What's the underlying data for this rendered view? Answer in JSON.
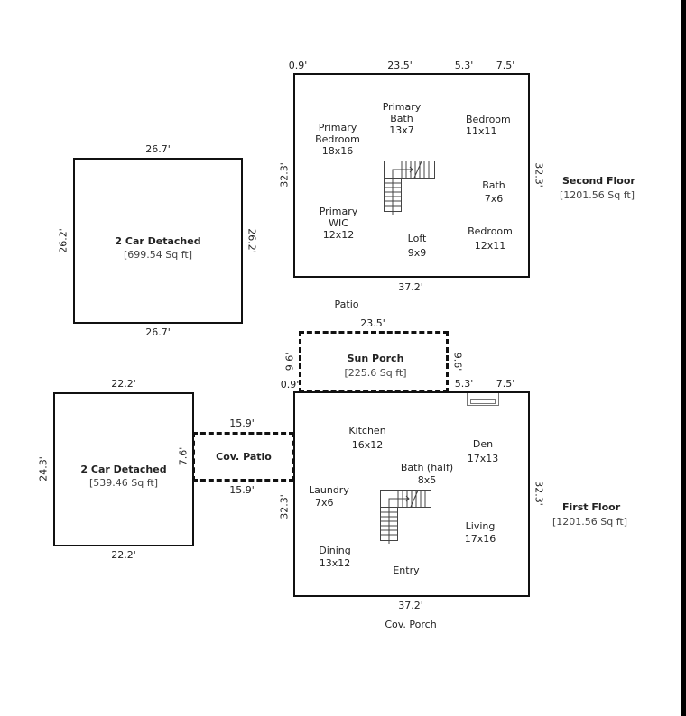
{
  "second_floor": {
    "title": "Second Floor",
    "area": "[1201.56 Sq ft]",
    "dims": {
      "top": [
        "0.9'",
        "23.5'",
        "5.3'",
        "7.5'"
      ],
      "left": "32.3'",
      "right": "32.3'",
      "bottom": "37.2'"
    },
    "rooms": [
      {
        "name": "Primary Bedroom",
        "lines": [
          "Primary",
          "Bedroom"
        ],
        "size": "18x16"
      },
      {
        "name": "Primary Bath",
        "lines": [
          "Primary",
          "Bath"
        ],
        "size": "13x7"
      },
      {
        "name": "Bedroom",
        "lines": [
          "Bedroom"
        ],
        "size": "11x11"
      },
      {
        "name": "Bath",
        "lines": [
          "Bath"
        ],
        "size": "7x6"
      },
      {
        "name": "Primary WIC",
        "lines": [
          "Primary",
          "WIC"
        ],
        "size": "12x12"
      },
      {
        "name": "Loft",
        "lines": [
          "Loft"
        ],
        "size": "9x9"
      },
      {
        "name": "Bedroom",
        "lines": [
          "Bedroom"
        ],
        "size": "12x11"
      }
    ]
  },
  "garage_upper": {
    "title": "2 Car Detached",
    "area": "[699.54 Sq ft]",
    "dims": {
      "top": "26.7'",
      "bottom": "26.7'",
      "left": "26.2'",
      "right": "26.2'"
    }
  },
  "patio_label": "Patio",
  "sun_porch": {
    "title": "Sun Porch",
    "area": "[225.6 Sq ft]",
    "dims": {
      "top": "23.5'",
      "left": "9.6'",
      "right": "9.6'",
      "offset": "0.9'"
    }
  },
  "garage_lower": {
    "title": "2 Car Detached",
    "area": "[539.46 Sq ft]",
    "dims": {
      "top": "22.2'",
      "bottom": "22.2'",
      "left": "24.3'"
    }
  },
  "cov_patio": {
    "title": "Cov. Patio",
    "dims": {
      "top": "15.9'",
      "bottom": "15.9'",
      "left": "7.6'"
    }
  },
  "first_floor": {
    "title": "First Floor",
    "area": "[1201.56 Sq ft]",
    "dims": {
      "top_right": [
        "5.3'",
        "7.5'"
      ],
      "left": "32.3'",
      "right": "32.3'",
      "bottom": "37.2'"
    },
    "rooms": [
      {
        "name": "Kitchen",
        "lines": [
          "Kitchen"
        ],
        "size": "16x12"
      },
      {
        "name": "Den",
        "lines": [
          "Den"
        ],
        "size": "17x13"
      },
      {
        "name": "Bath (half)",
        "lines": [
          "Bath (half)"
        ],
        "size": "8x5"
      },
      {
        "name": "Laundry",
        "lines": [
          "Laundry"
        ],
        "size": "7x6"
      },
      {
        "name": "Living",
        "lines": [
          "Living"
        ],
        "size": "17x16"
      },
      {
        "name": "Dining",
        "lines": [
          "Dining"
        ],
        "size": "13x12"
      },
      {
        "name": "Entry",
        "lines": [
          "Entry"
        ],
        "size": ""
      }
    ]
  },
  "cov_porch_label": "Cov. Porch"
}
